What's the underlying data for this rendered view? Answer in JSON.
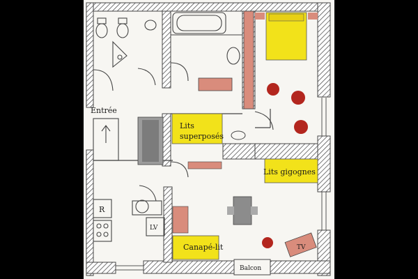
{
  "labels": {
    "entree": "Entrée",
    "lits_superposes_1": "Lits",
    "lits_superposes_2": "superposés",
    "lits_gigognes": "Lits gigognes",
    "canape_lit": "Canapé-lit",
    "tv": "TV",
    "balcon": "Balcon",
    "fridge": "R",
    "washer": "LV"
  },
  "colors": {
    "background": "#000000",
    "paper": "#f7f6f2",
    "wall_hatch": "#6b6b6b",
    "bed_yellow": "#f2e21a",
    "furniture_red": "#d98c7c",
    "plant_red": "#b3261e",
    "table_gray": "#8c8c8c"
  }
}
